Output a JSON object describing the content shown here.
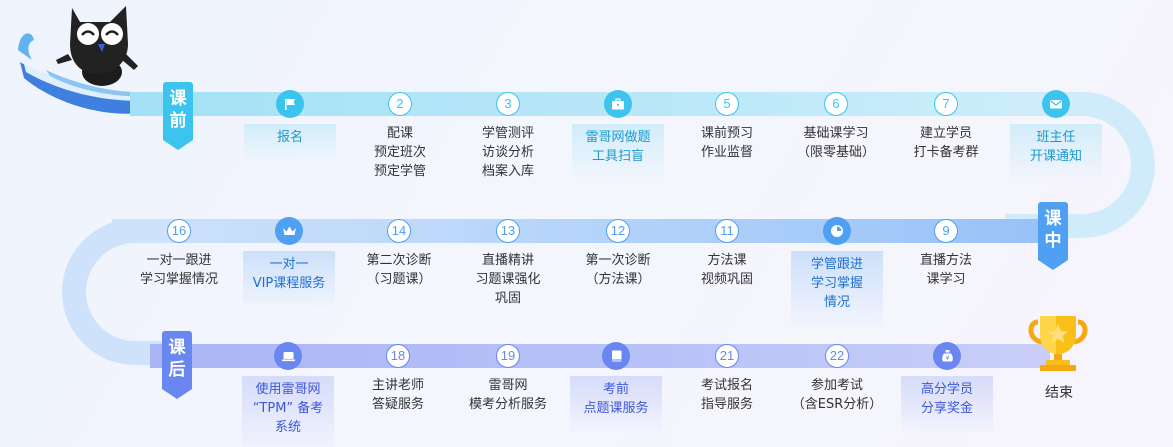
{
  "phases": {
    "pre": [
      "课",
      "前"
    ],
    "mid": [
      "课",
      "中"
    ],
    "post": [
      "课",
      "后"
    ]
  },
  "colors": {
    "pre": "#3cc4ef",
    "mid": "#4f9ff2",
    "post": "#6a86f0",
    "trophy": "#f8b414"
  },
  "steps": {
    "s1": {
      "badge": "flag-icon",
      "lines": [
        "报名"
      ]
    },
    "s2": {
      "badge": "2",
      "lines": [
        "配课",
        "预定班次",
        "预定学管"
      ]
    },
    "s3": {
      "badge": "3",
      "lines": [
        "学管测评",
        "访谈分析",
        "档案入库"
      ]
    },
    "s4": {
      "badge": "briefcase-icon",
      "lines": [
        "雷哥网做题",
        "工具扫盲"
      ]
    },
    "s5": {
      "badge": "5",
      "lines": [
        "课前预习",
        "作业监督"
      ]
    },
    "s6": {
      "badge": "6",
      "lines": [
        "基础课学习",
        "（限零基础）"
      ]
    },
    "s7": {
      "badge": "7",
      "lines": [
        "建立学员",
        "打卡备考群"
      ]
    },
    "s8": {
      "badge": "mail-icon",
      "lines": [
        "班主任",
        "开课通知"
      ]
    },
    "s9": {
      "badge": "9",
      "lines": [
        "直播方法",
        "课学习"
      ]
    },
    "s10": {
      "badge": "pie-chart-icon",
      "lines": [
        "学管跟进",
        "学习掌握",
        "情况"
      ]
    },
    "s11": {
      "badge": "11",
      "lines": [
        "方法课",
        "视频巩固"
      ]
    },
    "s12": {
      "badge": "12",
      "lines": [
        "第一次诊断",
        "（方法课）"
      ]
    },
    "s13": {
      "badge": "13",
      "lines": [
        "直播精讲",
        "习题课强化",
        "巩固"
      ]
    },
    "s14": {
      "badge": "14",
      "lines": [
        "第二次诊断",
        "（习题课）"
      ]
    },
    "s15": {
      "badge": "crown-icon",
      "lines": [
        "一对一",
        "VIP课程服务"
      ]
    },
    "s16": {
      "badge": "16",
      "lines": [
        "一对一跟进",
        "学习掌握情况"
      ]
    },
    "s17": {
      "badge": "laptop-icon",
      "lines": [
        "使用雷哥网",
        "“TPM” 备考",
        "系统"
      ]
    },
    "s18": {
      "badge": "18",
      "lines": [
        "主讲老师",
        "答疑服务"
      ]
    },
    "s19": {
      "badge": "19",
      "lines": [
        "雷哥网",
        "模考分析服务"
      ]
    },
    "s20": {
      "badge": "book-icon",
      "lines": [
        "考前",
        "点题课服务"
      ]
    },
    "s21": {
      "badge": "21",
      "lines": [
        "考试报名",
        "指导服务"
      ]
    },
    "s22": {
      "badge": "22",
      "lines": [
        "参加考试",
        "（含ESR分析）"
      ]
    },
    "s23": {
      "badge": "money-bag-icon",
      "lines": [
        "高分学员",
        "分享奖金"
      ]
    }
  },
  "end": {
    "label": "结束",
    "icon": "trophy-icon"
  }
}
